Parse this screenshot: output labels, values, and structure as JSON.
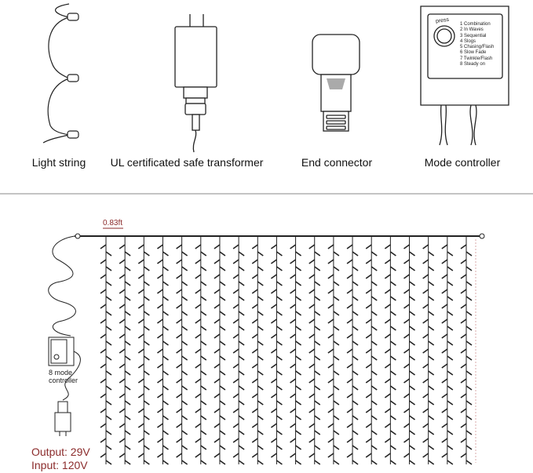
{
  "components": [
    {
      "label": "Light string"
    },
    {
      "label": "UL certificated safe transformer"
    },
    {
      "label": "End connector"
    },
    {
      "label": "Mode controller"
    }
  ],
  "mode_controller": {
    "button_label": "press",
    "modes": [
      "1 Combination",
      "2 In Waves",
      "3 Sequential",
      "4 Slogs",
      "5 Chasing/Flash",
      "6 Slow Fade",
      "7 Twinkle/Flash",
      "8 Steady on"
    ]
  },
  "curtain": {
    "spacing_label": "0.83ft",
    "strand_count": 20,
    "controller_label_line1": "8 mode",
    "controller_label_line2": "controller",
    "output_label": "Output: 29V",
    "input_label": "Input: 120V",
    "accent_color": "#8b2b2b"
  }
}
